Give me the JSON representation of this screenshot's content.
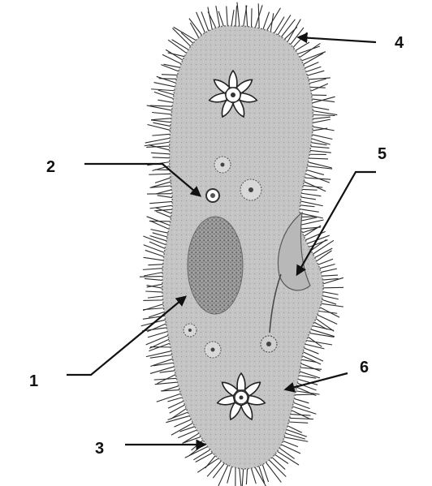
{
  "diagram": {
    "labels": [
      {
        "id": "1",
        "text": "1"
      },
      {
        "id": "2",
        "text": "2"
      },
      {
        "id": "3",
        "text": "3"
      },
      {
        "id": "4",
        "text": "4"
      },
      {
        "id": "5",
        "text": "5"
      },
      {
        "id": "6",
        "text": "6"
      }
    ]
  },
  "colors": {
    "body_fill": "#c8c8c8",
    "cilia": "#2b2b2b",
    "nucleus_fill": "#8e8e8e",
    "outline": "#555555",
    "arrow": "#111111",
    "background": "#ffffff"
  }
}
